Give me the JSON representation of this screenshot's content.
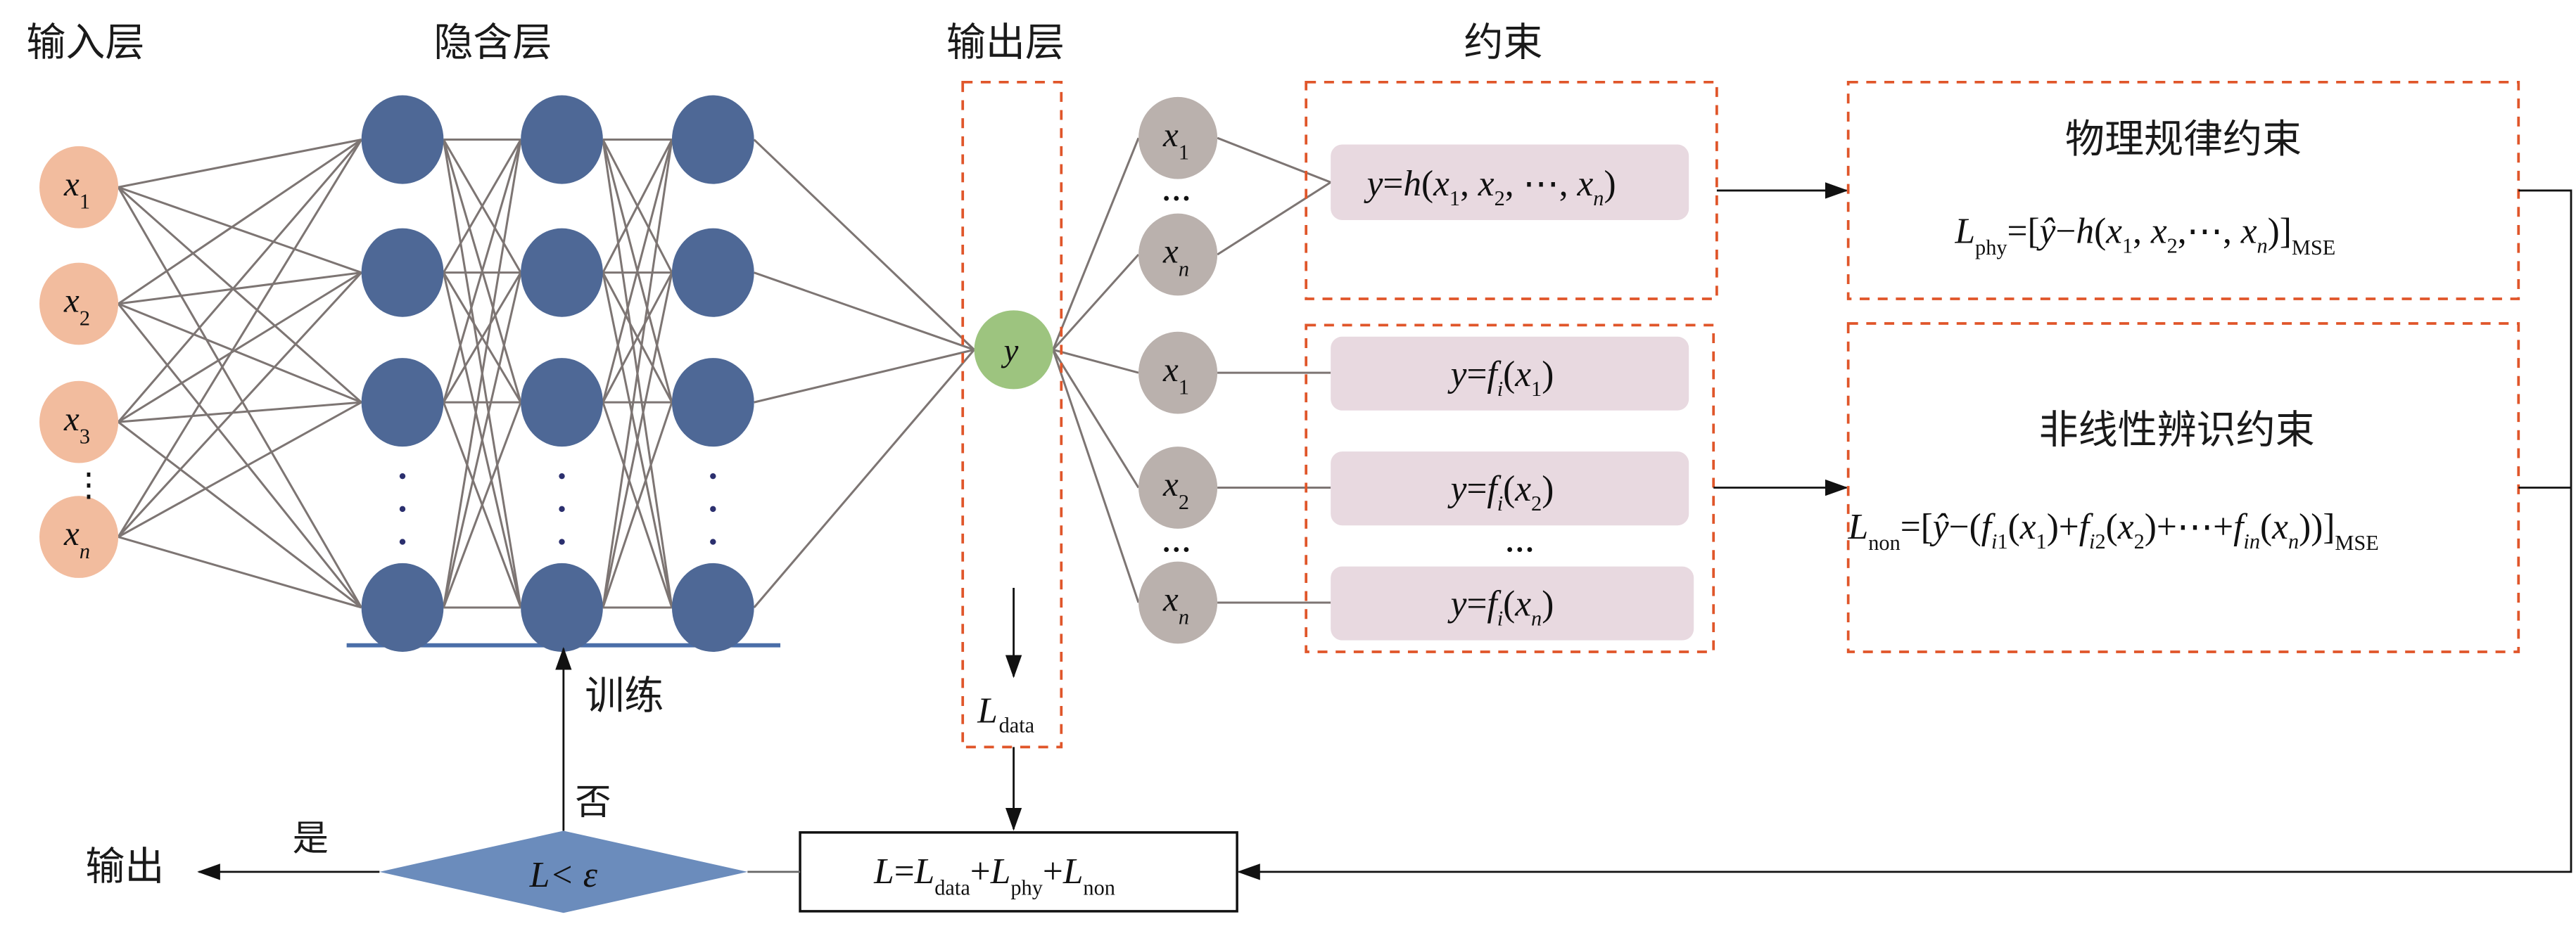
{
  "headers": {
    "input_layer": "输入层",
    "hidden_layer": "隐含层",
    "output_layer": "输出层",
    "constraints": "约束"
  },
  "input_nodes": [
    {
      "var": "x",
      "sub": "1"
    },
    {
      "var": "x",
      "sub": "2"
    },
    {
      "var": "x",
      "sub": "3"
    },
    {
      "var": "x",
      "sub": "n"
    }
  ],
  "input_ellipsis": "⋮",
  "hidden_layers": 3,
  "hidden_nodes_per_layer_shown": 4,
  "output_node": {
    "var": "y"
  },
  "loss_data": {
    "L": "L",
    "sub": "data"
  },
  "physics_branch": {
    "nodes": [
      {
        "var": "x",
        "sub": "1"
      },
      {
        "var": "x",
        "sub": "n"
      }
    ],
    "ellipsis": "…",
    "equation": {
      "lhs": "y",
      "eq": "=",
      "func": "h",
      "args": "(x1, x2, ⋯, xn)"
    },
    "title": "物理规律约束",
    "loss": {
      "L": "L",
      "sub": "phy",
      "rhs": "=[ŷ−h(x1, x2,⋯, xn)]",
      "suffix": "MSE"
    }
  },
  "nonlinear_branch": {
    "nodes": [
      {
        "var": "x",
        "sub": "1"
      },
      {
        "var": "x",
        "sub": "2"
      },
      {
        "var": "x",
        "sub": "n"
      }
    ],
    "ellipsis": "…",
    "equations": [
      {
        "lhs": "y",
        "func": "f",
        "fsub": "i",
        "arg": "x",
        "argsub": "1"
      },
      {
        "lhs": "y",
        "func": "f",
        "fsub": "i",
        "arg": "x",
        "argsub": "2"
      },
      {
        "lhs": "y",
        "func": "f",
        "fsub": "i",
        "arg": "x",
        "argsub": "n"
      }
    ],
    "title": "非线性辨识约束",
    "loss": {
      "L": "L",
      "sub": "non",
      "rhs": "=[ŷ−(fi1(x1)+fi2(x2)+⋯+fin(xn))]",
      "suffix": "MSE"
    }
  },
  "total_loss": {
    "text": "L=Ldata+Lphy+Lnon"
  },
  "decision": {
    "text": "L< ε"
  },
  "labels": {
    "train": "训练",
    "no": "否",
    "yes": "是",
    "output": "输出"
  },
  "colors": {
    "input_node": "#f2bc9e",
    "hidden_node": "#4e6896",
    "output_node": "#9dc47f",
    "branch_node": "#bab1ad",
    "equation_box": "#e8d9e0",
    "dashed_border": "#e0562a",
    "decision": "#6b8cbc",
    "baseline": "#4a6ea8"
  }
}
